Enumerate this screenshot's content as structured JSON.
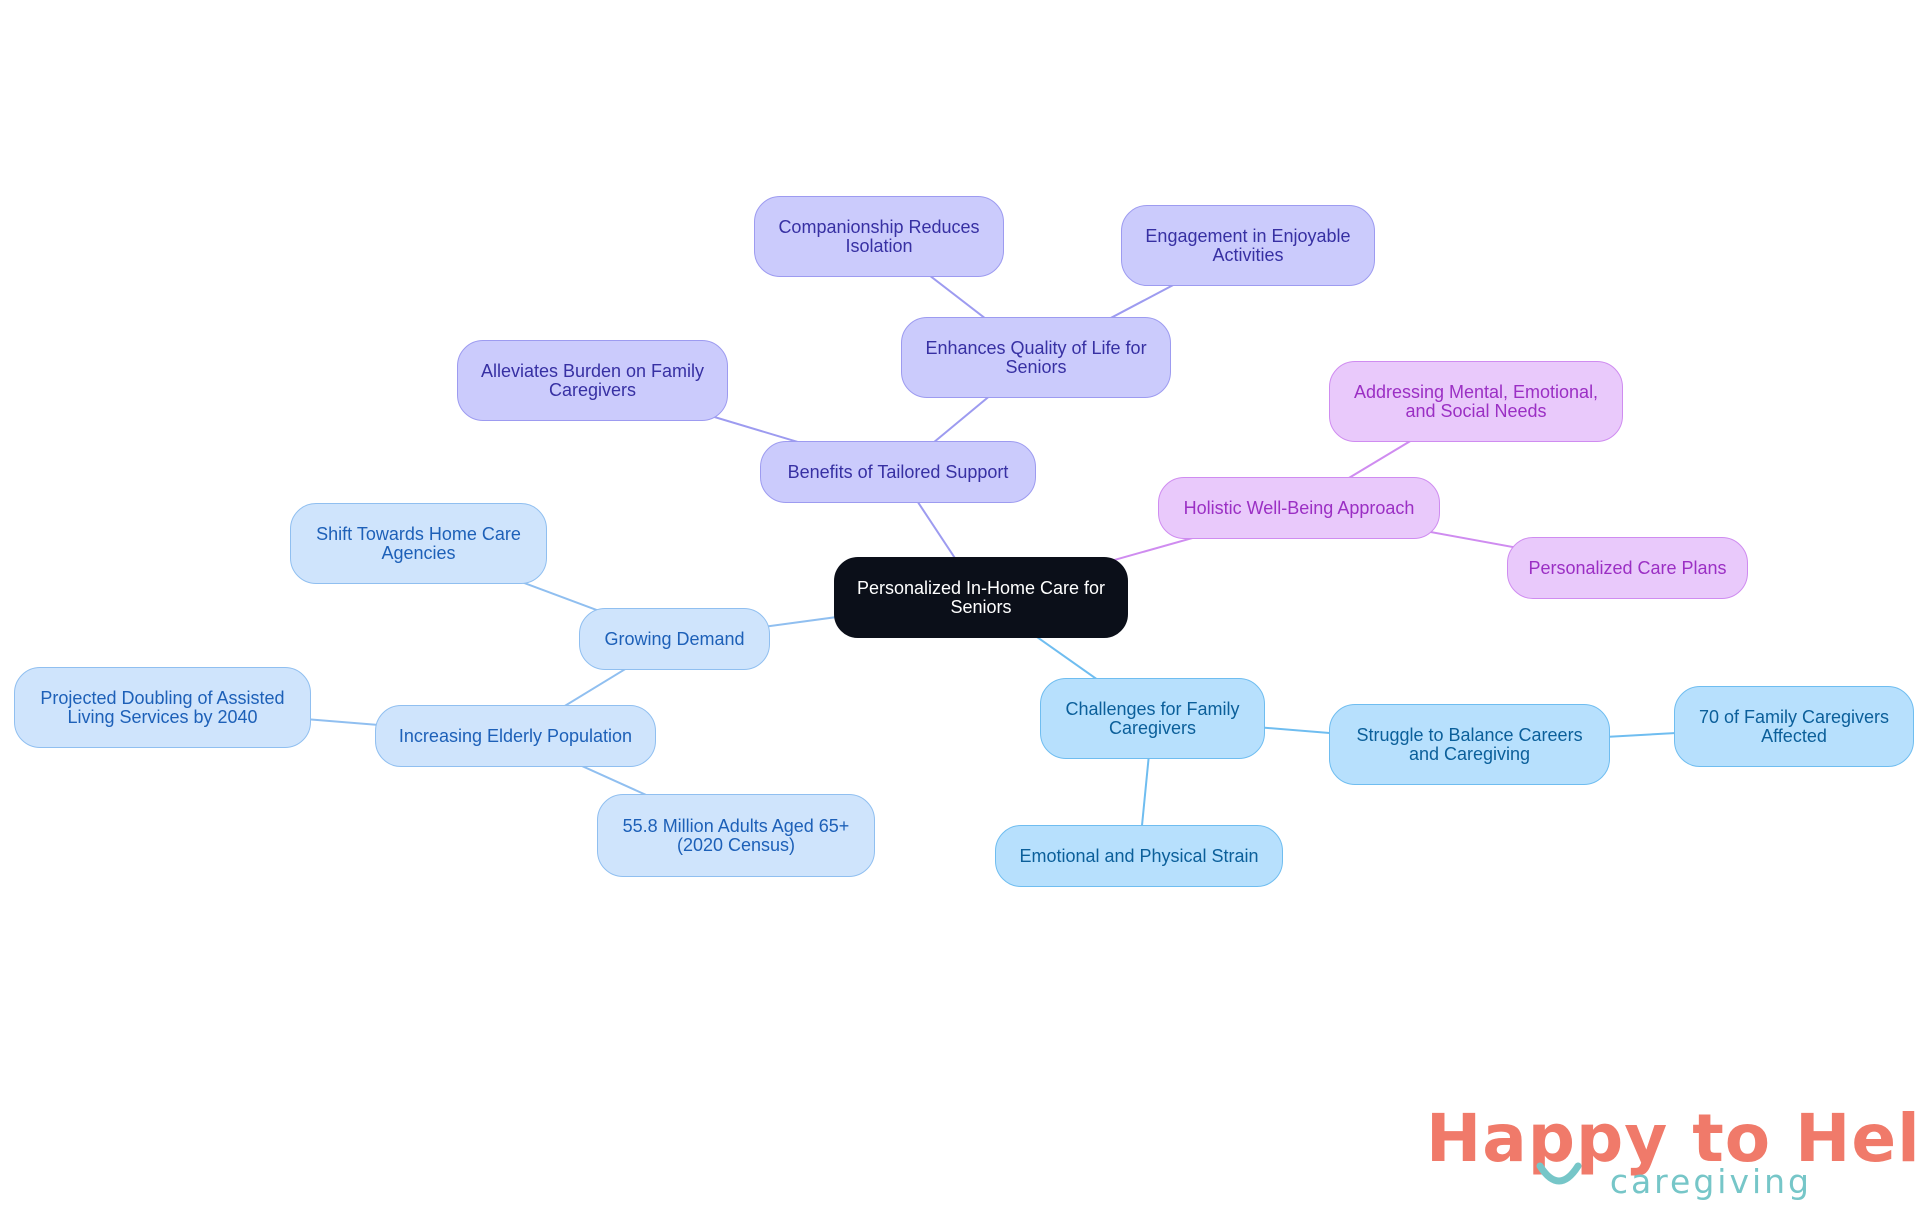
{
  "mindmap": {
    "root": "Personalized In-Home Care for Seniors",
    "nodes": [
      {
        "id": "root",
        "lines": [
          "Personalized In-Home Care for",
          "Seniors"
        ],
        "color": "#0b0f19"
      },
      {
        "id": "benefits",
        "parent": "root",
        "lines": [
          "Benefits of Tailored Support"
        ],
        "color": "#cbcbfc"
      },
      {
        "id": "quality",
        "parent": "benefits",
        "lines": [
          "Enhances Quality of Life for",
          "Seniors"
        ],
        "color": "#cbcbfc"
      },
      {
        "id": "companionship",
        "parent": "quality",
        "lines": [
          "Companionship Reduces",
          "Isolation"
        ],
        "color": "#cbcbfc"
      },
      {
        "id": "engagement",
        "parent": "quality",
        "lines": [
          "Engagement in Enjoyable",
          "Activities"
        ],
        "color": "#cbcbfc"
      },
      {
        "id": "alleviates",
        "parent": "benefits",
        "lines": [
          "Alleviates Burden on Family",
          "Caregivers"
        ],
        "color": "#cbcbfc"
      },
      {
        "id": "holistic",
        "parent": "root",
        "lines": [
          "Holistic Well-Being Approach"
        ],
        "color": "#e9c9fb"
      },
      {
        "id": "addressing",
        "parent": "holistic",
        "lines": [
          "Addressing Mental, Emotional,",
          "and Social Needs"
        ],
        "color": "#e9c9fb"
      },
      {
        "id": "plans",
        "parent": "holistic",
        "lines": [
          "Personalized Care Plans"
        ],
        "color": "#e9c9fb"
      },
      {
        "id": "growing",
        "parent": "root",
        "lines": [
          "Growing Demand"
        ],
        "color": "#cfe4fc"
      },
      {
        "id": "shift",
        "parent": "growing",
        "lines": [
          "Shift Towards Home Care",
          "Agencies"
        ],
        "color": "#cfe4fc"
      },
      {
        "id": "elderly",
        "parent": "growing",
        "lines": [
          "Increasing Elderly Population"
        ],
        "color": "#cfe4fc"
      },
      {
        "id": "doubling",
        "parent": "elderly",
        "lines": [
          "Projected Doubling of Assisted",
          "Living Services by 2040"
        ],
        "color": "#cfe4fc"
      },
      {
        "id": "census",
        "parent": "elderly",
        "lines": [
          "55.8 Million Adults Aged 65+",
          "(2020 Census)"
        ],
        "color": "#cfe4fc"
      },
      {
        "id": "challenges",
        "parent": "root",
        "lines": [
          "Challenges for Family",
          "Caregivers"
        ],
        "color": "#b7e0fd"
      },
      {
        "id": "struggle",
        "parent": "challenges",
        "lines": [
          "Struggle to Balance Careers",
          "and Caregiving"
        ],
        "color": "#b7e0fd"
      },
      {
        "id": "seventy",
        "parent": "struggle",
        "lines": [
          "70 of Family Caregivers",
          "Affected"
        ],
        "color": "#b7e0fd"
      },
      {
        "id": "strain",
        "parent": "challenges",
        "lines": [
          "Emotional and Physical Strain"
        ],
        "color": "#b7e0fd"
      }
    ]
  },
  "logo": {
    "title": "Happy to Help",
    "subtitle": "caregiving",
    "colors": {
      "title": "#f07a6a",
      "subtitle": "#76c6c8",
      "smile": "#76c6c8"
    }
  },
  "link_colors": {
    "benefits": "#9d9bf0",
    "holistic": "#cf8cf0",
    "growing": "#90bff0",
    "challenges": "#6fbdf0"
  }
}
